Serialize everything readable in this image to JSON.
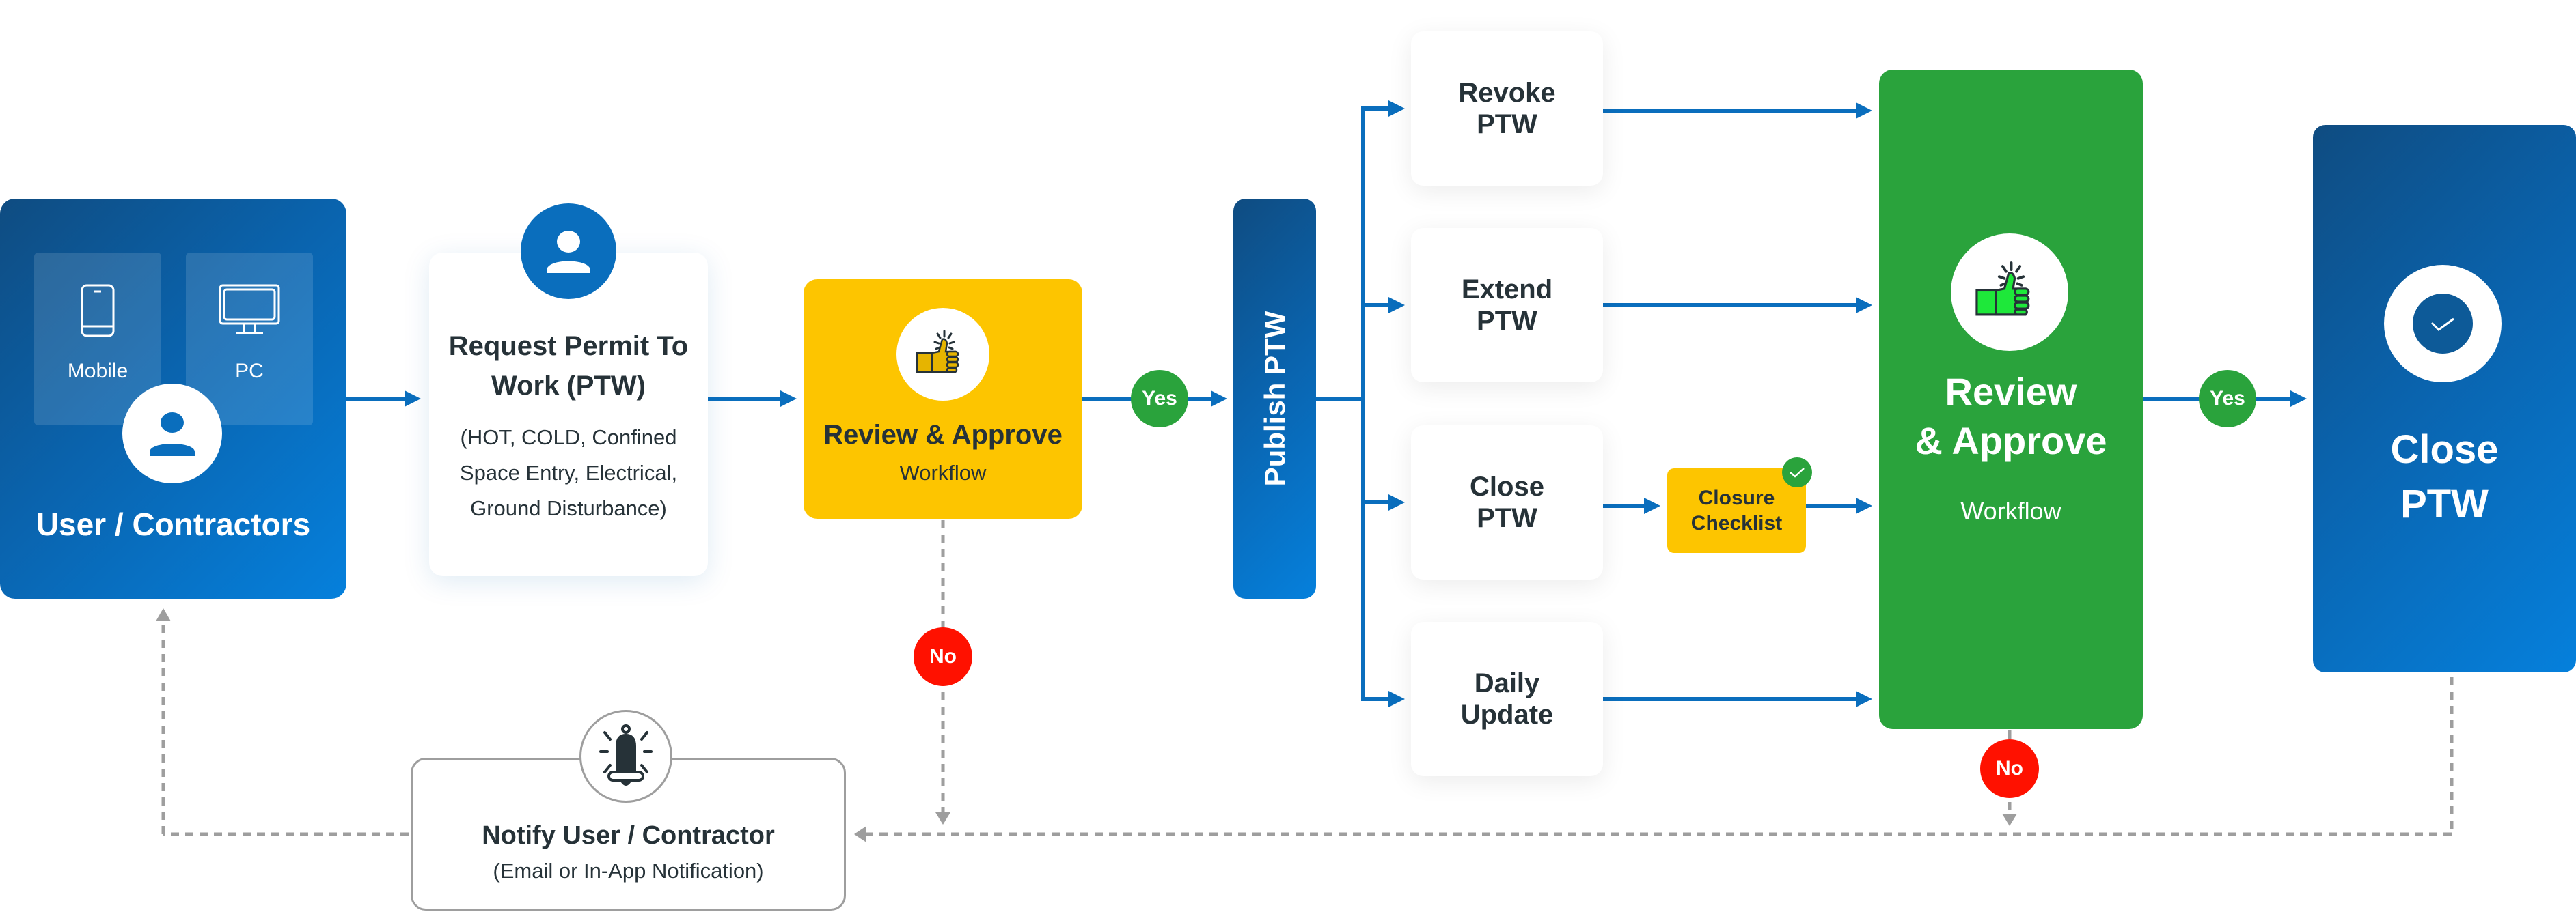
{
  "diagram": {
    "title": "Permit To Work (PTW) Workflow",
    "colors": {
      "primary_blue": "#0a6ebd",
      "connector_blue": "#0a6ebd",
      "approve_yellow": "#fdc500",
      "approve_green": "#2aa33c",
      "reject_red": "#ff1100",
      "feedback_gray": "#9e9e9e",
      "text_dark": "#263238"
    }
  },
  "user": {
    "title": "User / Contractors",
    "devices": [
      {
        "label": "Mobile",
        "icon": "smartphone-icon"
      },
      {
        "label": "PC",
        "icon": "monitor-icon"
      }
    ],
    "icon": "user-icon"
  },
  "request": {
    "title": "Request Permit To Work (PTW)",
    "subtitle": "(HOT, COLD, Confined Space Entry, Electrical, Ground Disturbance)",
    "icon": "user-icon"
  },
  "review_initial": {
    "title": "Review & Approve",
    "subtitle": "Workflow",
    "icon": "thumbs-up-icon"
  },
  "decisions": {
    "yes": "Yes",
    "no": "No"
  },
  "publish": {
    "label": "Publish PTW"
  },
  "actions": [
    {
      "label": "Revoke\nPTW"
    },
    {
      "label": "Extend\nPTW"
    },
    {
      "label": "Close\nPTW"
    },
    {
      "label": "Daily\nUpdate"
    }
  ],
  "closure_checklist": {
    "label": "Closure\nChecklist",
    "icon": "check-icon"
  },
  "review_final": {
    "title": "Review\n& Approve",
    "subtitle": "Workflow",
    "icon": "thumbs-up-icon"
  },
  "close_ptw": {
    "title": "Close\nPTW",
    "icon": "check-circle-icon"
  },
  "notify": {
    "title": "Notify User / Contractor",
    "subtitle": "(Email or In-App Notification)",
    "icon": "bell-icon"
  }
}
